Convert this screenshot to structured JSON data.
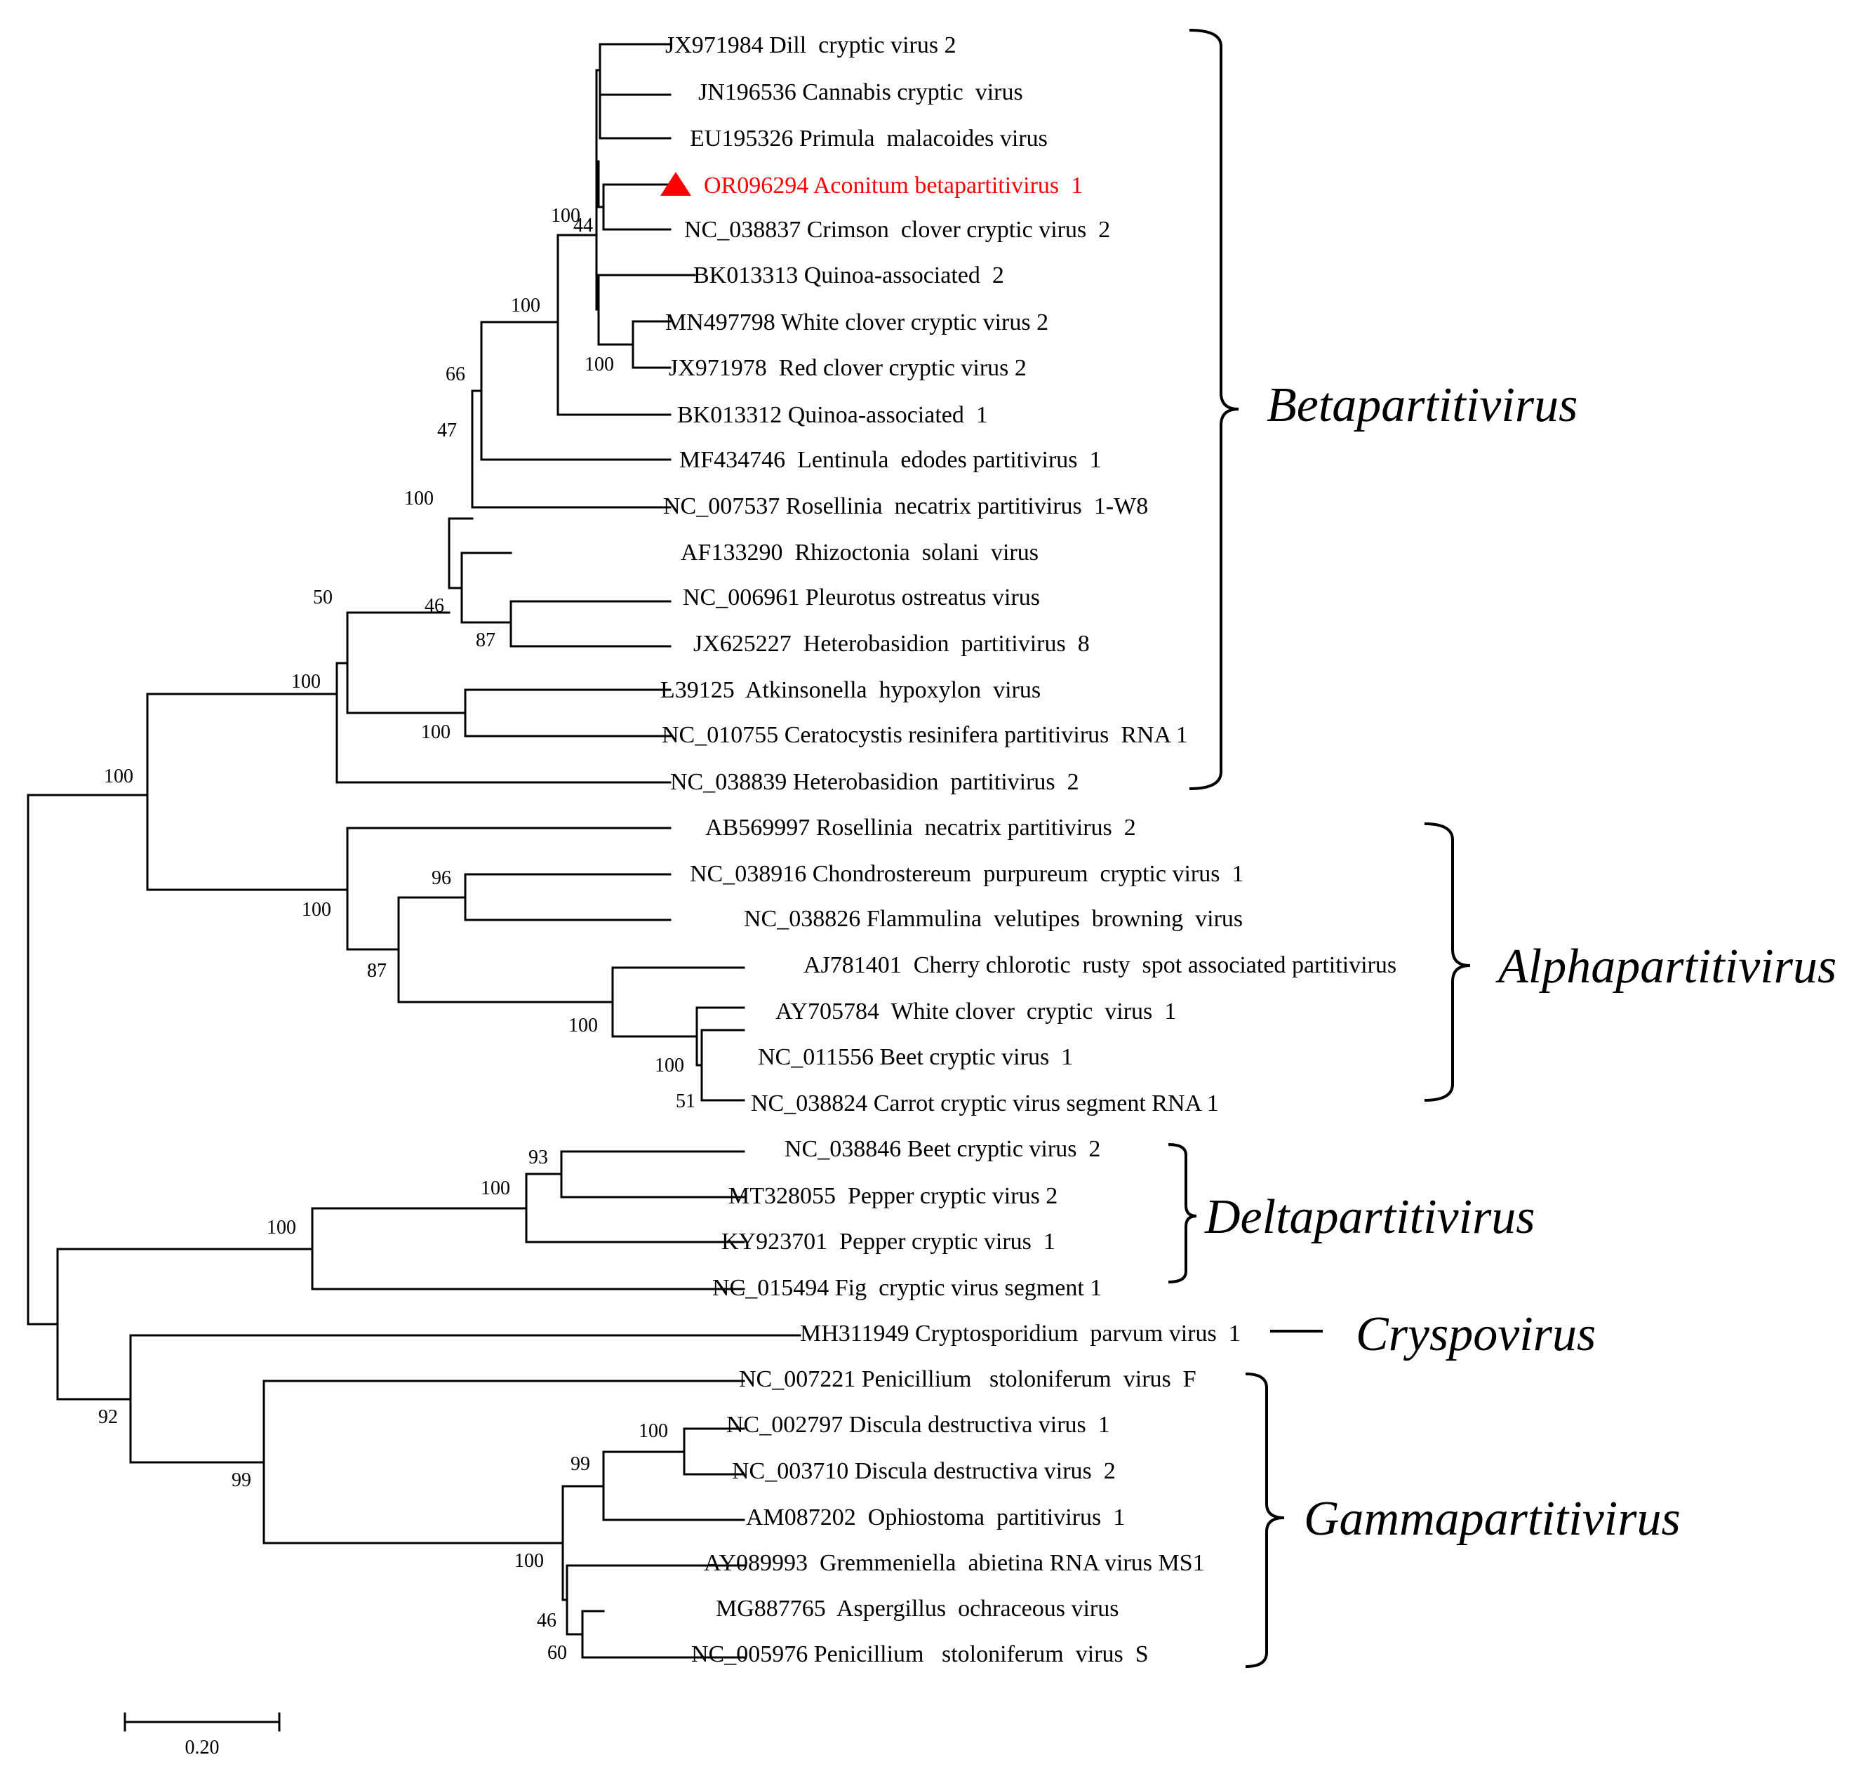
{
  "leaves": [
    {
      "id": "l1",
      "text": "JX971984 Dill  cryptic virus 2"
    },
    {
      "id": "l2",
      "text": "JN196536 Cannabis cryptic  virus"
    },
    {
      "id": "l3",
      "text": "EU195326 Primula  malacoides virus"
    },
    {
      "id": "l4",
      "text": "OR096294 Aconitum betapartitivirus  1",
      "highlight": true,
      "marker": "red-triangle-icon",
      "color": "#ff0000"
    },
    {
      "id": "l5",
      "text": "NC_038837 Crimson  clover cryptic virus  2"
    },
    {
      "id": "l6",
      "text": "BK013313 Quinoa-associated  2"
    },
    {
      "id": "l7",
      "text": "MN497798 White clover cryptic virus 2"
    },
    {
      "id": "l8",
      "text": "JX971978  Red clover cryptic virus 2"
    },
    {
      "id": "l9",
      "text": "BK013312 Quinoa-associated  1"
    },
    {
      "id": "l10",
      "text": "MF434746  Lentinula  edodes partitivirus  1"
    },
    {
      "id": "l11",
      "text": "NC_007537 Rosellinia  necatrix partitivirus  1-W8"
    },
    {
      "id": "l12",
      "text": "AF133290  Rhizoctonia  solani  virus"
    },
    {
      "id": "l13",
      "text": "NC_006961 Pleurotus ostreatus virus"
    },
    {
      "id": "l14",
      "text": "JX625227  Heterobasidion  partitivirus  8"
    },
    {
      "id": "l15",
      "text": "L39125  Atkinsonella  hypoxylon  virus"
    },
    {
      "id": "l16",
      "text": "NC_010755 Ceratocystis resinifera partitivirus  RNA 1"
    },
    {
      "id": "l17",
      "text": "NC_038839 Heterobasidion  partitivirus  2"
    },
    {
      "id": "l18",
      "text": "AB569997 Rosellinia  necatrix partitivirus  2"
    },
    {
      "id": "l19",
      "text": "NC_038916 Chondrostereum  purpureum  cryptic virus  1"
    },
    {
      "id": "l20",
      "text": "NC_038826 Flammulina  velutipes  browning  virus"
    },
    {
      "id": "l21",
      "text": "AJ781401  Cherry chlorotic  rusty  spot associated partitivirus"
    },
    {
      "id": "l22",
      "text": "AY705784  White clover  cryptic  virus  1"
    },
    {
      "id": "l23",
      "text": "NC_011556 Beet cryptic virus  1"
    },
    {
      "id": "l24",
      "text": "NC_038824 Carrot cryptic virus segment RNA 1"
    },
    {
      "id": "l25",
      "text": "NC_038846 Beet cryptic virus  2"
    },
    {
      "id": "l26",
      "text": "MT328055  Pepper cryptic virus 2"
    },
    {
      "id": "l27",
      "text": "KY923701  Pepper cryptic virus  1"
    },
    {
      "id": "l28",
      "text": "NC_015494 Fig  cryptic virus segment 1"
    },
    {
      "id": "l29",
      "text": "MH311949 Cryptosporidium  parvum virus  1"
    },
    {
      "id": "l30",
      "text": "NC_007221 Penicillium   stoloniferum  virus  F"
    },
    {
      "id": "l31",
      "text": "NC_002797 Discula destructiva virus  1"
    },
    {
      "id": "l32",
      "text": "NC_003710 Discula destructiva virus  2"
    },
    {
      "id": "l33",
      "text": "AM087202  Ophiostoma  partitivirus  1"
    },
    {
      "id": "l34",
      "text": "AY089993  Gremmeniella  abietina RNA virus MS1"
    },
    {
      "id": "l35",
      "text": "MG887765  Aspergillus  ochraceous virus"
    },
    {
      "id": "l36",
      "text": "NC_005976 Penicillium   stoloniferum  virus  S"
    }
  ],
  "bootstrap": [
    {
      "id": "b100a",
      "text": "100"
    },
    {
      "id": "b44",
      "text": "44"
    },
    {
      "id": "b100b",
      "text": "100"
    },
    {
      "id": "b100c",
      "text": "100"
    },
    {
      "id": "b66",
      "text": "66"
    },
    {
      "id": "b47",
      "text": "47"
    },
    {
      "id": "b100d",
      "text": "100"
    },
    {
      "id": "b46a",
      "text": "46"
    },
    {
      "id": "b87a",
      "text": "87"
    },
    {
      "id": "b50",
      "text": "50"
    },
    {
      "id": "b100e",
      "text": "100"
    },
    {
      "id": "b100f",
      "text": "100"
    },
    {
      "id": "b100g",
      "text": "100"
    },
    {
      "id": "b96",
      "text": "96"
    },
    {
      "id": "b100h",
      "text": "100"
    },
    {
      "id": "b87b",
      "text": "87"
    },
    {
      "id": "b100i",
      "text": "100"
    },
    {
      "id": "b100j",
      "text": "100"
    },
    {
      "id": "b51",
      "text": "51"
    },
    {
      "id": "b93",
      "text": "93"
    },
    {
      "id": "b100k",
      "text": "100"
    },
    {
      "id": "b100l",
      "text": "100"
    },
    {
      "id": "b92",
      "text": "92"
    },
    {
      "id": "b99a",
      "text": "99"
    },
    {
      "id": "b100m",
      "text": "100"
    },
    {
      "id": "b99b",
      "text": "99"
    },
    {
      "id": "b100n",
      "text": "100"
    },
    {
      "id": "b46b",
      "text": "46"
    },
    {
      "id": "b60",
      "text": "60"
    }
  ],
  "groups": [
    {
      "id": "g-beta",
      "text": "Betapartitivirus"
    },
    {
      "id": "g-alpha",
      "text": "Alphapartitivirus"
    },
    {
      "id": "g-delta",
      "text": "Deltapartitivirus"
    },
    {
      "id": "g-crys",
      "text": "Cryspovirus"
    },
    {
      "id": "g-gamma",
      "text": "Gammapartitivirus"
    }
  ],
  "scale_bar": {
    "value": 0.2,
    "label": "0.20"
  }
}
